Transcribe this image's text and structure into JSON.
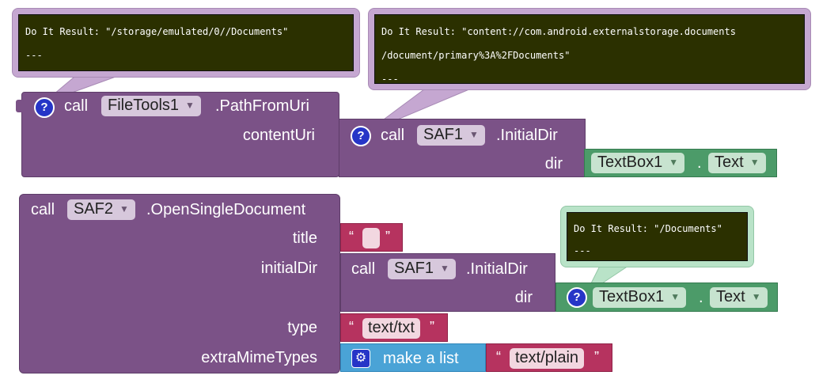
{
  "bubbles": {
    "pathfromuri": {
      "line1": "Do It Result: \"/storage/emulated/0//Documents\"",
      "line2": "---"
    },
    "initialdir_top": {
      "line1": "Do It Result: \"content://com.android.externalstorage.documents",
      "line2": "/document/primary%3A%2FDocuments\"",
      "line3": "---"
    },
    "textbox_bottom": {
      "line1": "Do It Result: \"/Documents\"",
      "line2": "---"
    }
  },
  "block1": {
    "call": "call",
    "component": "FileTools1",
    "method": ".PathFromUri",
    "socket_label": "contentUri",
    "inner": {
      "call": "call",
      "component": "SAF1",
      "method": ".InitialDir",
      "socket_label": "dir",
      "textbox": {
        "component": "TextBox1",
        "dot": ".",
        "property": "Text"
      }
    }
  },
  "block2": {
    "call": "call",
    "component": "SAF2",
    "method": ".OpenSingleDocument",
    "sockets": {
      "title": "title",
      "initialDir": "initialDir",
      "type": "type",
      "extraMimeTypes": "extraMimeTypes"
    },
    "title_text": {
      "open_quote": "“",
      "value": "",
      "close_quote": "”"
    },
    "initialdir_block": {
      "call": "call",
      "component": "SAF1",
      "method": ".InitialDir",
      "socket_label": "dir",
      "textbox": {
        "component": "TextBox1",
        "dot": ".",
        "property": "Text"
      }
    },
    "type_text": {
      "open_quote": "“",
      "value": "text/txt",
      "close_quote": "”"
    },
    "make_list": {
      "label": "make a list"
    },
    "mime_text": {
      "open_quote": "“",
      "value": "text/plain",
      "close_quote": "”"
    }
  },
  "icons": {
    "help": "?",
    "gear": "⚙",
    "dropdown": "▼"
  },
  "colors": {
    "procedure": "#7b5287",
    "component": "#4c9b69",
    "text": "#b6335f",
    "list": "#4aa3d6",
    "help_icon": "#2635c7",
    "result_bg": "#2b3000"
  }
}
